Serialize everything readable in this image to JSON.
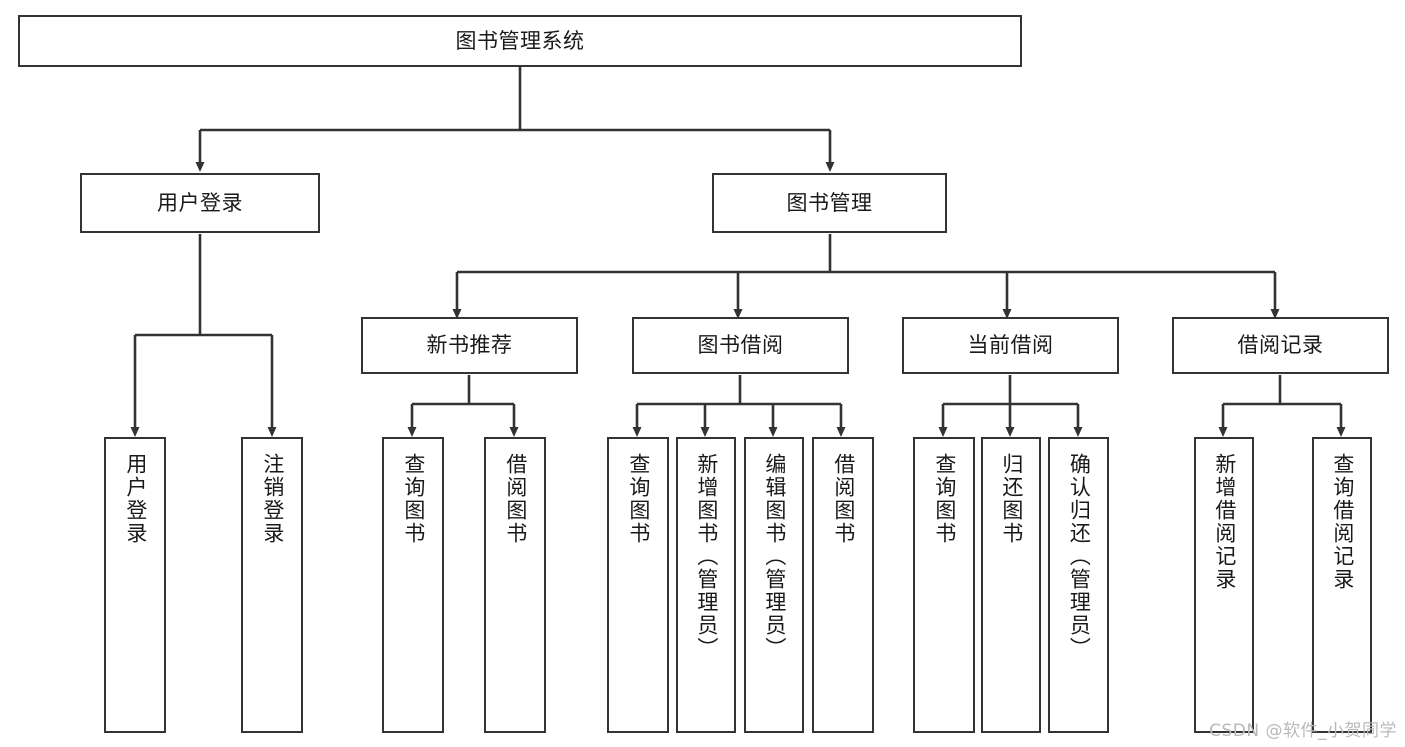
{
  "diagram": {
    "title": "图书管理系统",
    "type": "tree-hierarchy",
    "root": {
      "id": "root",
      "label": "图书管理系统"
    },
    "level2": [
      {
        "id": "user-login",
        "label": "用户登录"
      },
      {
        "id": "book-manage",
        "label": "图书管理"
      }
    ],
    "level3": [
      {
        "id": "new-book-recommend",
        "label": "新书推荐",
        "parent": "book-manage"
      },
      {
        "id": "book-borrow",
        "label": "图书借阅",
        "parent": "book-manage"
      },
      {
        "id": "current-borrow",
        "label": "当前借阅",
        "parent": "book-manage"
      },
      {
        "id": "borrow-record",
        "label": "借阅记录",
        "parent": "book-manage"
      }
    ],
    "leaves": [
      {
        "id": "leaf-user-login",
        "label": "用户登录",
        "parent": "user-login"
      },
      {
        "id": "leaf-logout-login",
        "label": "注销登录",
        "parent": "user-login"
      },
      {
        "id": "leaf-query-book-1",
        "label": "查询图书",
        "parent": "new-book-recommend"
      },
      {
        "id": "leaf-borrow-book-1",
        "label": "借阅图书",
        "parent": "new-book-recommend"
      },
      {
        "id": "leaf-query-book-2",
        "label": "查询图书",
        "parent": "book-borrow"
      },
      {
        "id": "leaf-add-book",
        "label": "新增图书（管理员）",
        "parent": "book-borrow"
      },
      {
        "id": "leaf-edit-book",
        "label": "编辑图书（管理员）",
        "parent": "book-borrow"
      },
      {
        "id": "leaf-borrow-book-2",
        "label": "借阅图书",
        "parent": "book-borrow"
      },
      {
        "id": "leaf-query-book-3",
        "label": "查询图书",
        "parent": "current-borrow"
      },
      {
        "id": "leaf-return-book",
        "label": "归还图书",
        "parent": "current-borrow"
      },
      {
        "id": "leaf-confirm-return",
        "label": "确认归还（管理员）",
        "parent": "current-borrow"
      },
      {
        "id": "leaf-add-record",
        "label": "新增借阅记录",
        "parent": "borrow-record"
      },
      {
        "id": "leaf-query-record",
        "label": "查询借阅记录",
        "parent": "borrow-record"
      }
    ]
  },
  "watermark": {
    "text": "CSDN @软件_小贺同学"
  },
  "colors": {
    "background": "#ffffff",
    "box_border": "#333333",
    "connector": "#333333",
    "text": "#1a1a1a",
    "watermark": "#b9b9b9"
  }
}
